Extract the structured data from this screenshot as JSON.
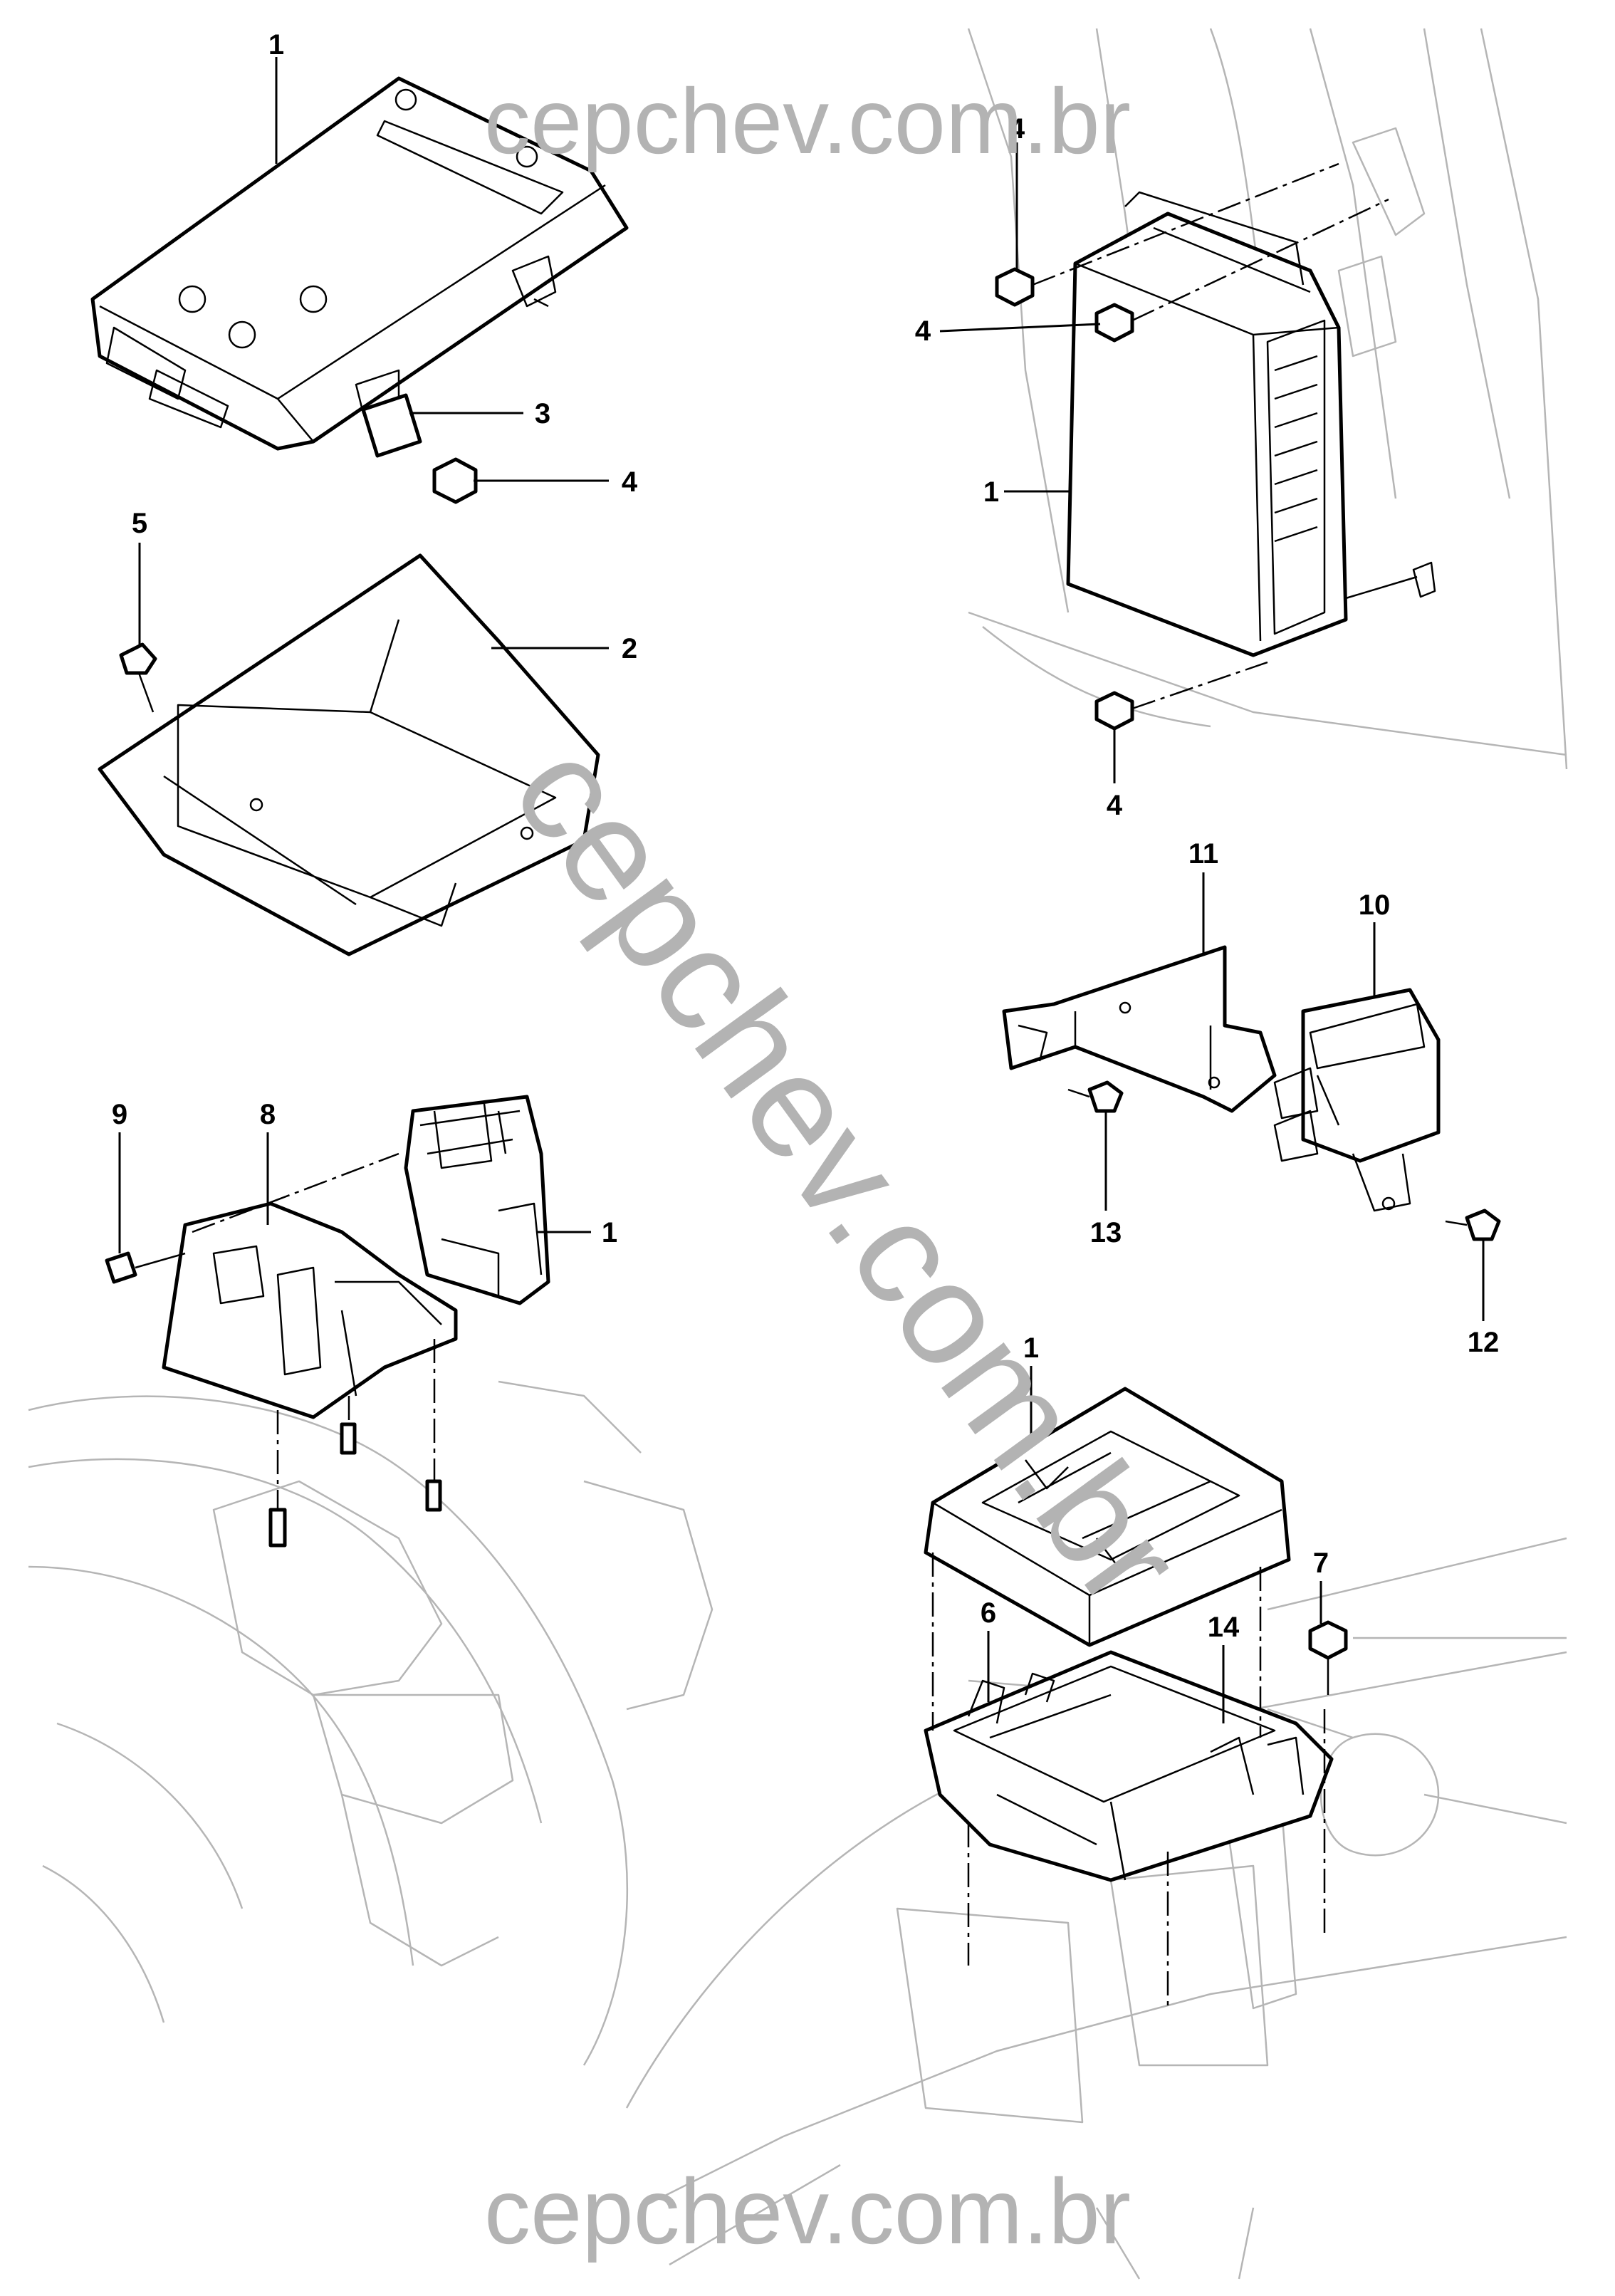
{
  "watermark": {
    "top": "cepchev.com.br",
    "bottom": "cepchev.com.br",
    "diagonal": "cepchev.com.br"
  },
  "callouts": [
    {
      "id": "a-1",
      "label": "1"
    },
    {
      "id": "a-3",
      "label": "3"
    },
    {
      "id": "a-4",
      "label": "4"
    },
    {
      "id": "a-5",
      "label": "5"
    },
    {
      "id": "a-2",
      "label": "2"
    },
    {
      "id": "b-4-top",
      "label": "4"
    },
    {
      "id": "b-4-mid",
      "label": "4"
    },
    {
      "id": "b-1",
      "label": "1"
    },
    {
      "id": "b-4-bottom",
      "label": "4"
    },
    {
      "id": "c-9",
      "label": "9"
    },
    {
      "id": "c-8",
      "label": "8"
    },
    {
      "id": "c-1",
      "label": "1"
    },
    {
      "id": "d-11",
      "label": "11"
    },
    {
      "id": "d-10",
      "label": "10"
    },
    {
      "id": "d-13",
      "label": "13"
    },
    {
      "id": "d-12",
      "label": "12"
    },
    {
      "id": "e-1",
      "label": "1"
    },
    {
      "id": "e-7",
      "label": "7"
    },
    {
      "id": "e-6",
      "label": "6"
    },
    {
      "id": "e-14",
      "label": "14"
    }
  ]
}
